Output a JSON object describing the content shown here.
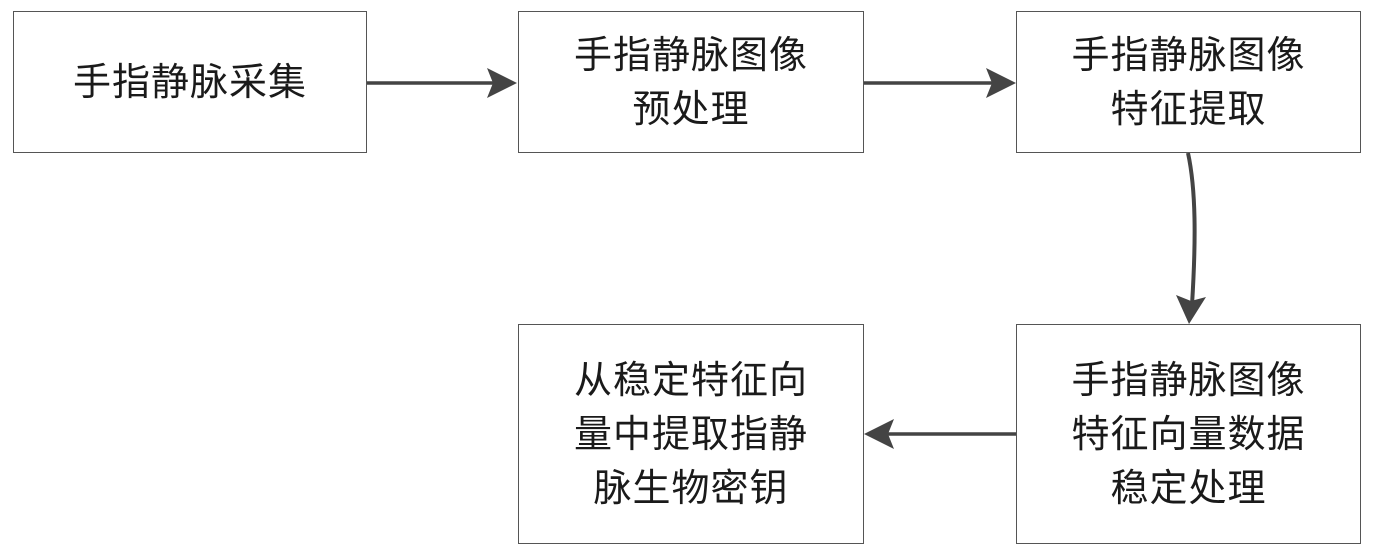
{
  "nodes": [
    {
      "id": "b1",
      "lines": [
        "手指静脉采集"
      ]
    },
    {
      "id": "b2",
      "lines": [
        "手指静脉图像",
        "预处理"
      ]
    },
    {
      "id": "b3",
      "lines": [
        "手指静脉图像",
        "特征提取"
      ]
    },
    {
      "id": "b4",
      "lines": [
        "手指静脉图像",
        "特征向量数据",
        "稳定处理"
      ]
    },
    {
      "id": "b5",
      "lines": [
        "从稳定特征向",
        "量中提取指静",
        "脉生物密钥"
      ]
    }
  ],
  "edges": [
    {
      "from": "b1",
      "to": "b2"
    },
    {
      "from": "b2",
      "to": "b3"
    },
    {
      "from": "b3",
      "to": "b4"
    },
    {
      "from": "b4",
      "to": "b5"
    }
  ],
  "colors": {
    "border": "#555555",
    "arrow": "#444444",
    "text": "#1a1a1a"
  }
}
